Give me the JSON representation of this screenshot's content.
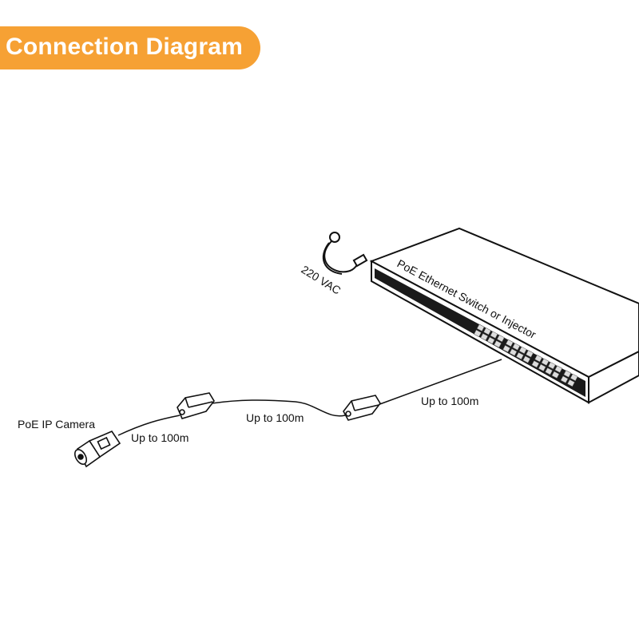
{
  "title": "Connection Diagram",
  "colors": {
    "banner": "#F6A134",
    "banner_text": "#FFFFFF",
    "line": "#111111"
  },
  "labels": {
    "switch": "PoE Ethernet Switch or Injector",
    "power": "220 VAC",
    "camera": "PoE IP Camera",
    "segment1": "Up to 100m",
    "segment2": "Up to 100m",
    "segment3": "Up to 100m"
  }
}
